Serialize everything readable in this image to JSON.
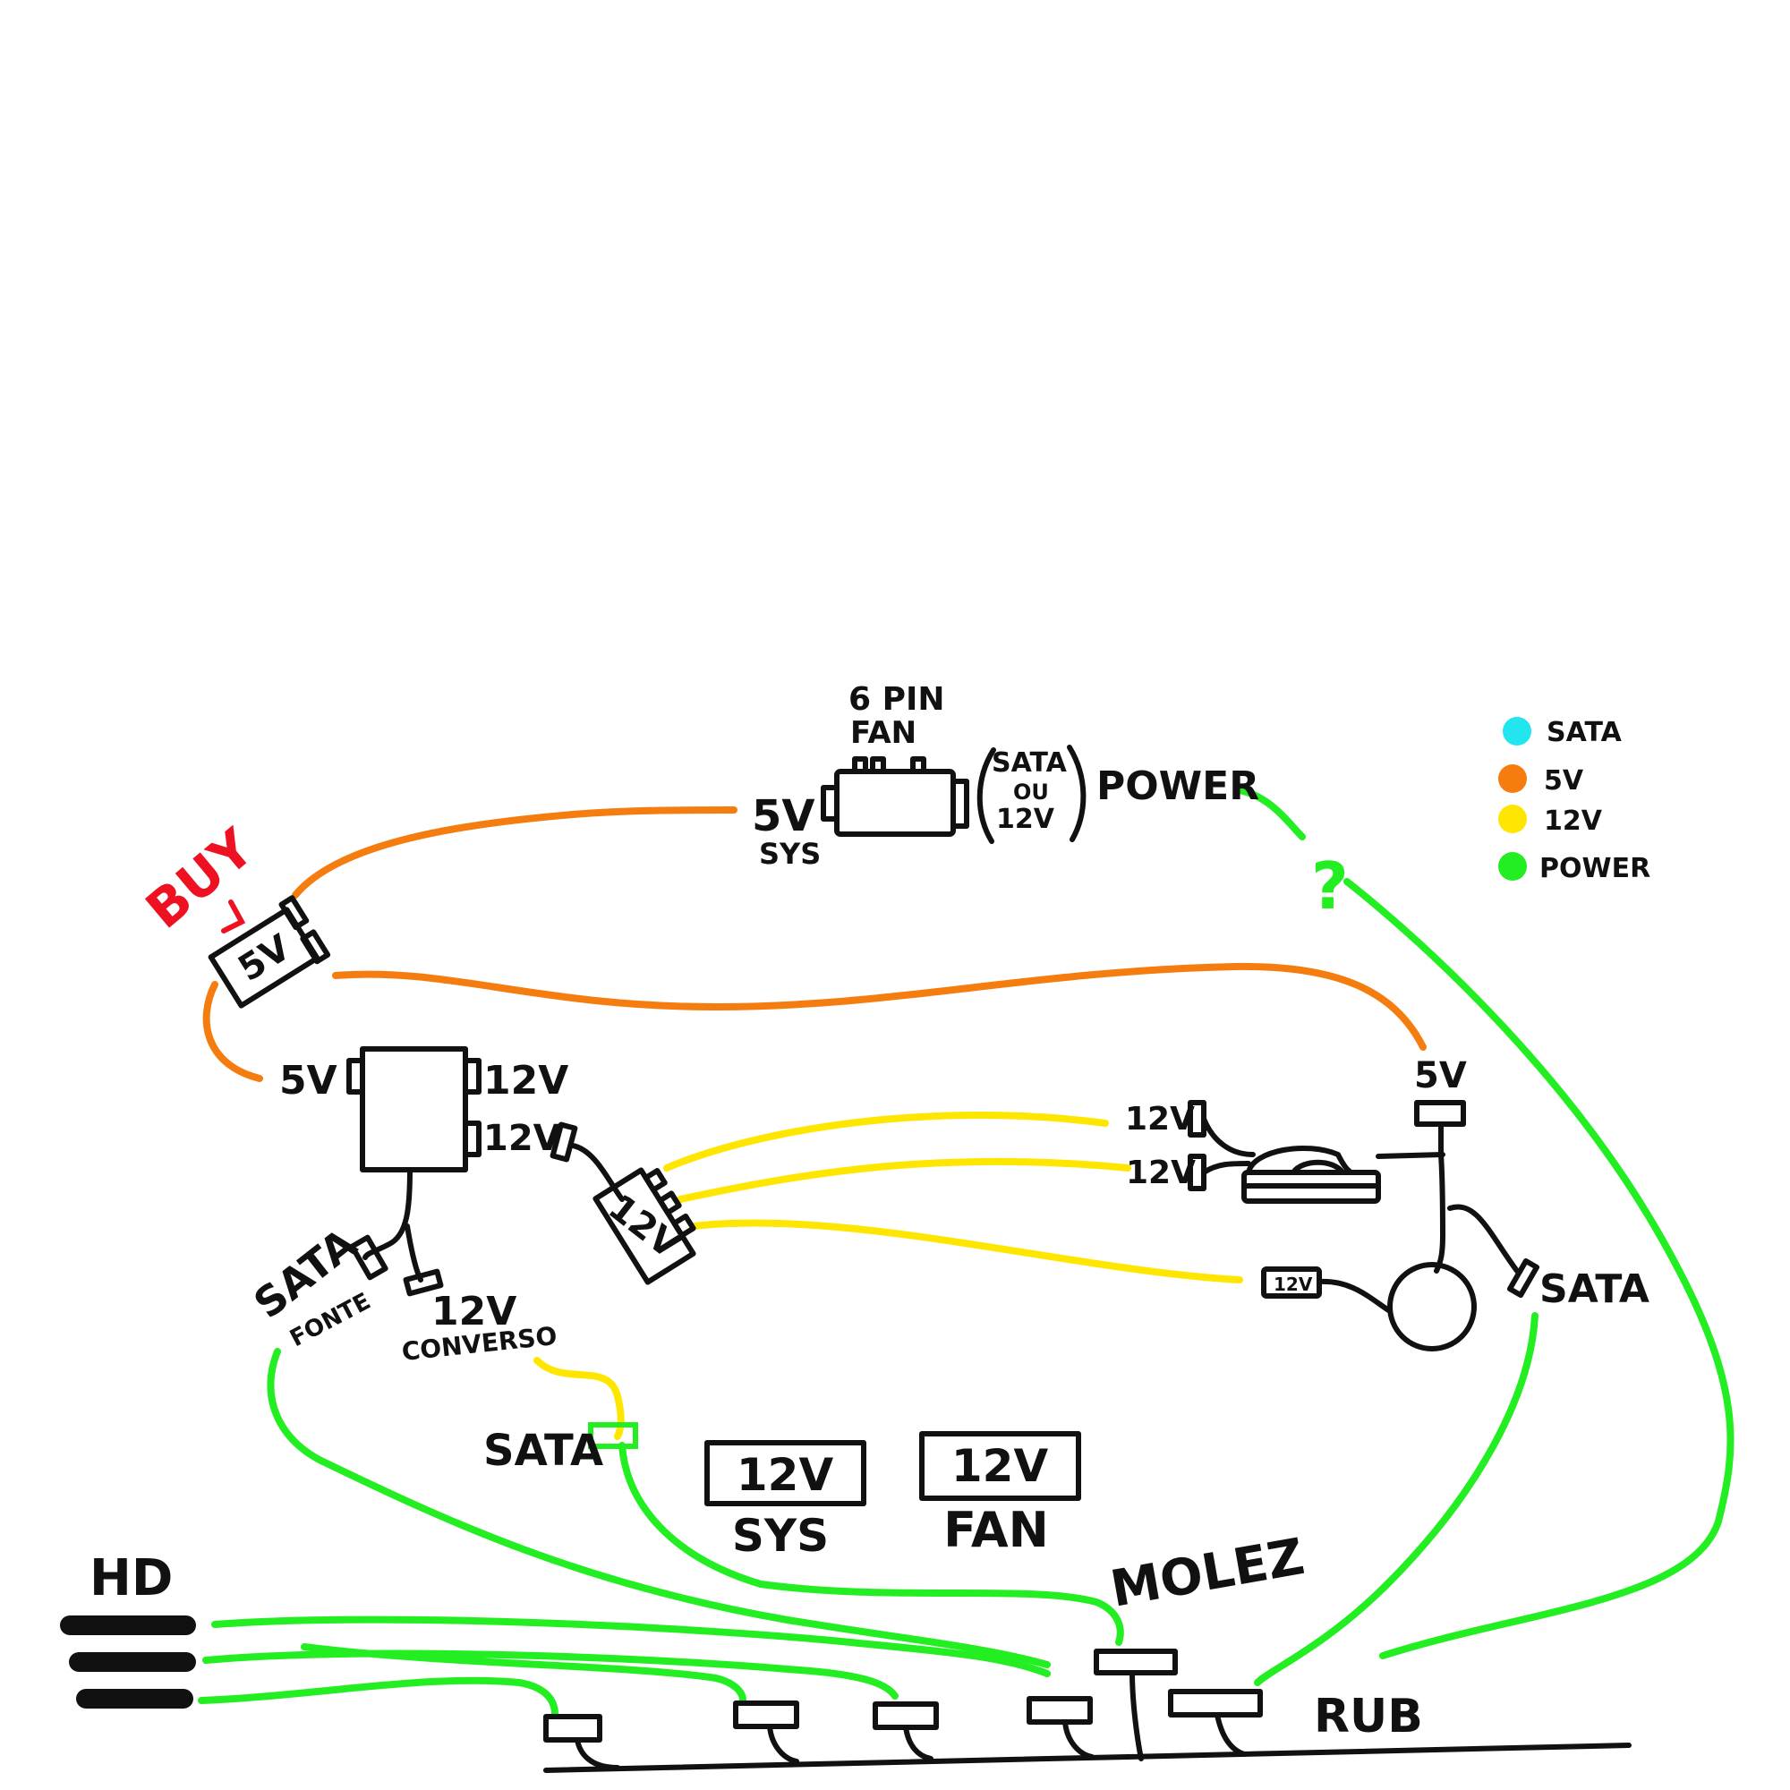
{
  "colors": {
    "sata": "#22e5f0",
    "v5": "#f57c0f",
    "v12": "#ffe600",
    "power": "#22ee22",
    "buy": "#ee1122",
    "ink": "#111111"
  },
  "legend": {
    "sata": "SATA",
    "v5": "5V",
    "v12": "12V",
    "power": "POWER"
  },
  "labels": {
    "buy": "BUY",
    "buy_box": "5V",
    "pin6": "6 PIN",
    "fan_top": "FAN",
    "v5_sys": "5V",
    "sys_top": "SYS",
    "sata_paren": "SATA",
    "ou": "OU",
    "v12_paren": "12V",
    "power": "POWER",
    "question": "?",
    "conv_5v": "5V",
    "conv_12v_a": "12V",
    "conv_12v_b": "12V",
    "splitter_12v": "12V",
    "board_12v_a": "12V",
    "board_12v_b": "12V",
    "board_5v": "5V",
    "fan_12v": "12V",
    "sata_right": "SATA",
    "sata_fonte": "SATA",
    "fonte": "FONTE",
    "v12_conv": "12V",
    "converso": "CONVERSO",
    "sata_mid": "SATA",
    "box_sys_12v": "12V",
    "box_sys": "SYS",
    "box_fan_12v": "12V",
    "box_fan": "FAN",
    "molez": "MOLEZ",
    "hd": "HD",
    "rub": "RUB"
  }
}
